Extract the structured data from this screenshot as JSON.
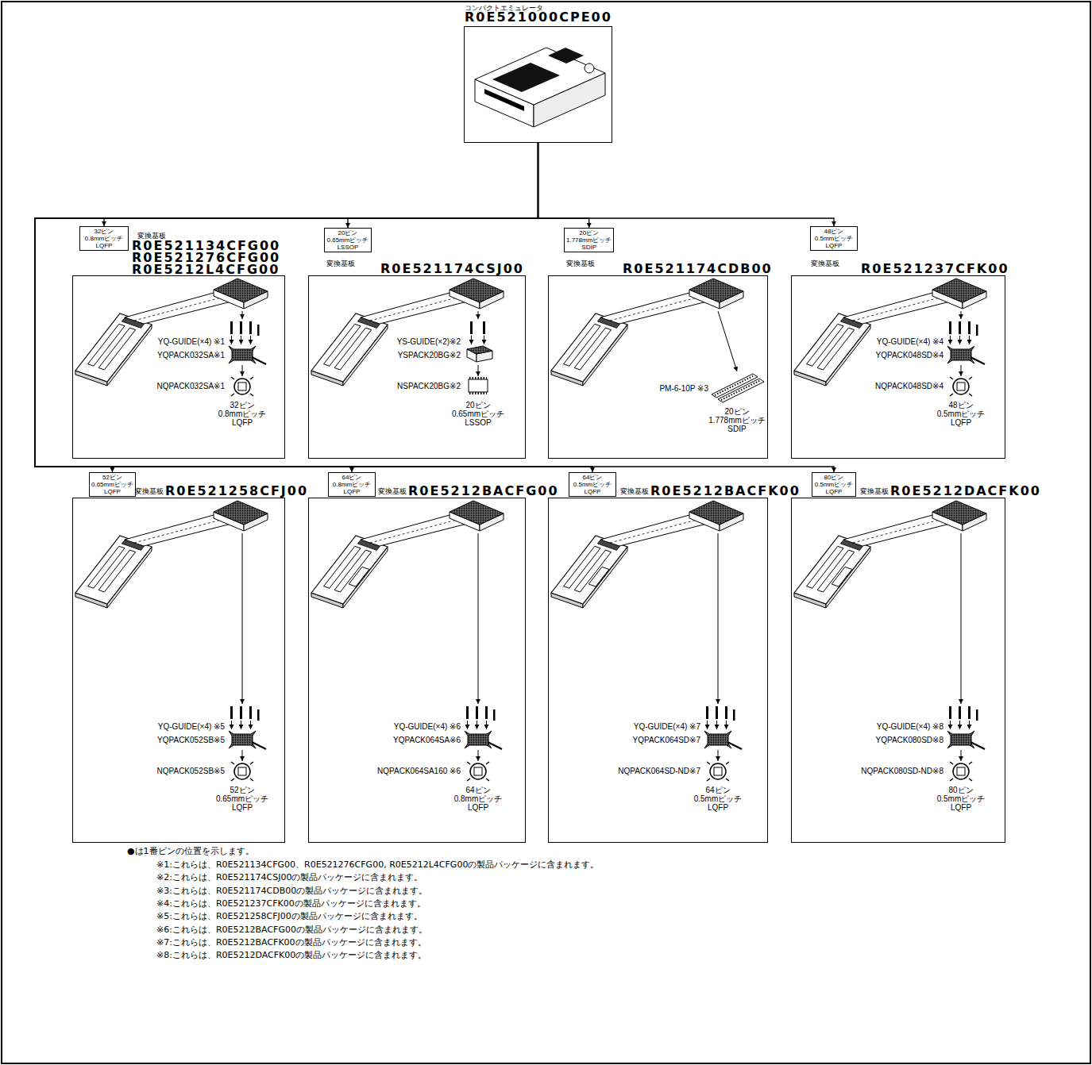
{
  "diagram": {
    "nodes": [
      {
        "text": [
          "コンパクトエミュレータ",
          "R0E521000CPE00"
        ]
      },
      {
        "text": [
          "32ピン 0.8mmピッチ LQFP"
        ]
      },
      {
        "text": [
          "変換基板",
          "R0E521134CFG00",
          "R0E521276CFG00",
          "R0E5212L4CFG00"
        ]
      },
      {
        "text": [
          "20ピン 0.65mmピッチ LSSOP"
        ]
      },
      {
        "text": [
          "変換基板",
          "R0E521174CSJ00"
        ]
      },
      {
        "text": [
          "20ピン 1.778mmピッチ SDIP"
        ]
      },
      {
        "text": [
          "変換基板",
          "R0E521174CDB00"
        ]
      },
      {
        "text": [
          "48ピン 0.5mmピッチ LQFP"
        ]
      },
      {
        "text": [
          "変換基板",
          "R0E521237CFK00"
        ]
      },
      {
        "text": [
          "52ピン 0.65mmピッチ LQFP"
        ]
      },
      {
        "text": [
          "変換基板",
          "R0E521258CFJ00"
        ]
      },
      {
        "text": [
          "64ピン 0.8mmピッチ LQFP"
        ]
      },
      {
        "text": [
          "変換基板",
          "R0E5212BACFG00"
        ]
      },
      {
        "text": [
          "64ピン 0.5mmピッチ LQFP"
        ]
      },
      {
        "text": [
          "変換基板",
          "R0E5212BACFK00"
        ]
      },
      {
        "text": [
          "80ピン 0.5mmピッチ LQFP"
        ]
      },
      {
        "text": [
          "変換基板",
          "R0E5212DACFK00"
        ]
      }
    ],
    "edges": [
      {
        "from": 0,
        "to": 1,
        "arrow": "to"
      },
      {
        "from": 0,
        "to": 3,
        "arrow": "to"
      },
      {
        "from": 0,
        "to": 5,
        "arrow": "to"
      },
      {
        "from": 0,
        "to": 7,
        "arrow": "to"
      },
      {
        "from": 0,
        "to": 9,
        "arrow": "to"
      },
      {
        "from": 0,
        "to": 11,
        "arrow": "to"
      },
      {
        "from": 0,
        "to": 13,
        "arrow": "to"
      },
      {
        "from": 0,
        "to": 15,
        "arrow": "to"
      }
    ],
    "labels": [
      "YQ-GUIDE(×4) ※1",
      "YQPACK032SA※1",
      "NQPACK032SA※1",
      "32ピン 0.8mmピッチ LQFP",
      "YS-GUIDE(×2)※2",
      "YSPACK20BG※2",
      "NSPACK20BG※2",
      "20ピン 0.65mmピッチ LSSOP",
      "PM-6-10P ※3",
      "20ピン 1.778mmピッチ SDIP",
      "YQ-GUIDE(×4) ※4",
      "YQPACK048SD※4",
      "NQPACK048SD※4",
      "48ピン 0.5mmピッチ LQFP",
      "YQ-GUIDE(×4) ※5",
      "YQPACK052SB※5",
      "NQPACK052SB※5",
      "52ピン 0.65mmピッチ LQFP",
      "YQ-GUIDE(×4) ※6",
      "YQPACK064SA※6",
      "NQPACK064SA160 ※6",
      "64ピン 0.8mmピッチ LQFP",
      "YQ-GUIDE(×4) ※7",
      "YQPACK064SD※7",
      "NQPACK064SD-ND※7",
      "64ピン 0.5mmピッチ LQFP",
      "YQ-GUIDE(×4) ※8",
      "YQPACK080SD※8",
      "NQPACK080SD-ND※8",
      "80ピン 0.5mmピッチ LQFP",
      "●は1番ピンの位置を示します。",
      "※1:これらは、R0E521134CFG00、R0E521276CFG00, R0E5212L4CFG00の製品パッケージに含まれます。",
      "※2:これらは、R0E521174CSJ00の製品パッケージに含まれます。",
      "※3:これらは、R0E521174CDB00の製品パッケージに含まれます。",
      "※4:これらは、R0E521237CFK00の製品パッケージに含まれます。",
      "※5:これらは、R0E521258CFJ00の製品パッケージに含まれます。",
      "※6:これらは、R0E5212BACFG00の製品パッケージに含まれます。",
      "※7:これらは、R0E5212BACFK00の製品パッケージに含まれます。",
      "※8:これらは、R0E5212DACFK00の製品パッケージに含まれます。"
    ]
  }
}
